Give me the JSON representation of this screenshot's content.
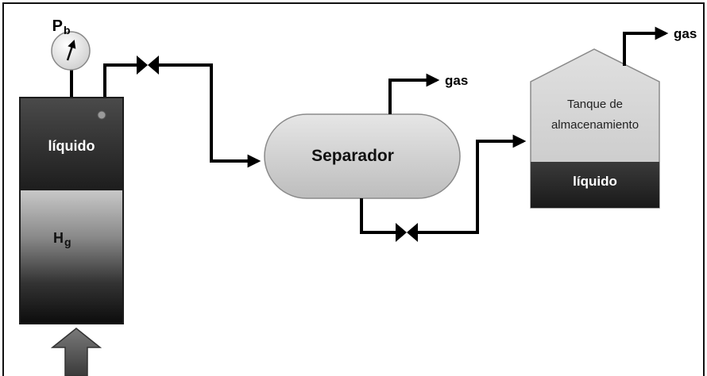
{
  "gauge": {
    "label_main": "P",
    "label_sub": "b"
  },
  "cell": {
    "liquid_label": "líquido",
    "mercury_main": "H",
    "mercury_sub": "g"
  },
  "separator": {
    "label": "Separador",
    "gas_label": "gas"
  },
  "tank": {
    "title_line1": "Tanque de",
    "title_line2": "almacenamiento",
    "liquid_label": "líquido",
    "gas_label": "gas"
  }
}
